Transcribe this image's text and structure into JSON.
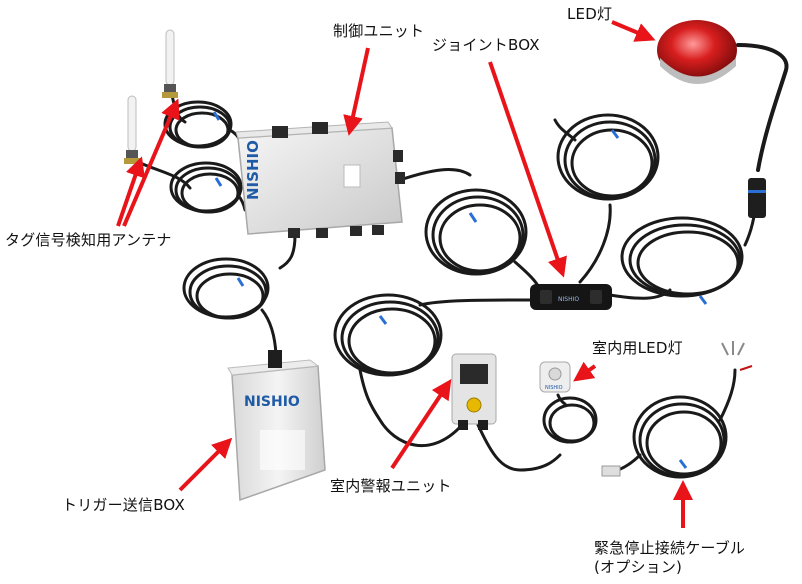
{
  "labels": {
    "led_lamp": "LED灯",
    "control_unit": "制御ユニット",
    "joint_box": "ジョイントBOX",
    "tag_antenna": "タグ信号検知用アンテナ",
    "indoor_led": "室内用LED灯",
    "trigger_box": "トリガー送信BOX",
    "indoor_alarm": "室内警報ユニット",
    "emergency_cable_line1": "緊急停止接続ケーブル",
    "emergency_cable_line2": "(オプション)"
  },
  "brand": {
    "control_unit_logo": "NISHIO",
    "trigger_box_logo": "NISHIO",
    "joint_box_logo": "NISHIO",
    "indoor_led_tag": "NISHIO"
  },
  "colors": {
    "arrow": "#e8141a",
    "cable": "#1a1a1a",
    "brand": "#1f5aa6",
    "led_red": "#d81e1e",
    "alarm_button": "#e6b800"
  }
}
